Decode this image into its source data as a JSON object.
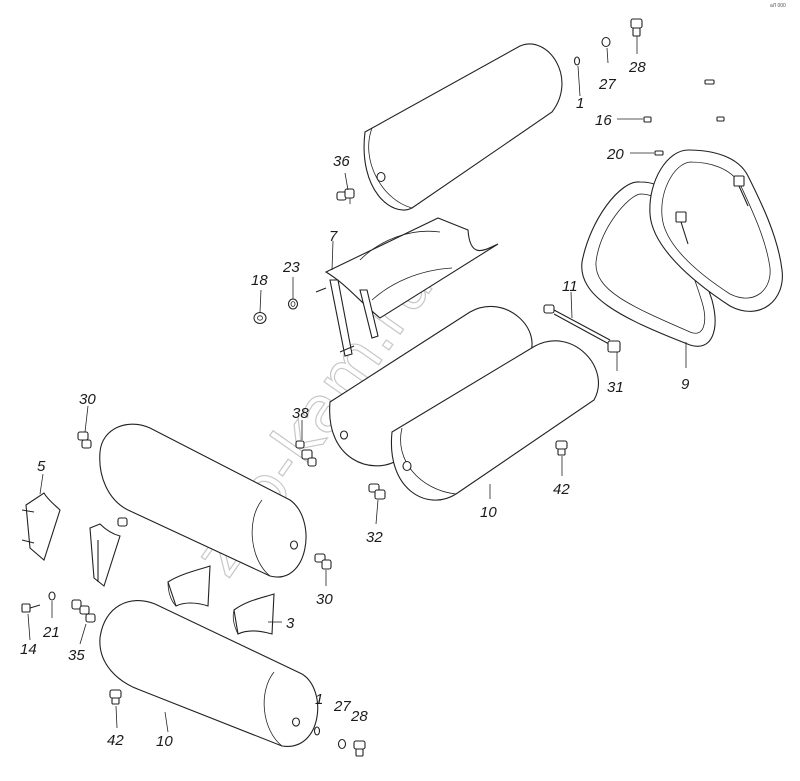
{
  "corner_code": "аЛ 000",
  "watermark": "zap-kam.ru",
  "callouts": [
    {
      "id": "c27-top",
      "text": "27"
    },
    {
      "id": "c28-top",
      "text": "28"
    },
    {
      "id": "c1-top",
      "text": "1"
    },
    {
      "id": "c16",
      "text": "16"
    },
    {
      "id": "c20",
      "text": "20"
    },
    {
      "id": "c36",
      "text": "36"
    },
    {
      "id": "c7",
      "text": "7"
    },
    {
      "id": "c18",
      "text": "18"
    },
    {
      "id": "c23",
      "text": "23"
    },
    {
      "id": "c11",
      "text": "11"
    },
    {
      "id": "c31",
      "text": "31"
    },
    {
      "id": "c9",
      "text": "9"
    },
    {
      "id": "c30-left",
      "text": "30"
    },
    {
      "id": "c38",
      "text": "38"
    },
    {
      "id": "c5",
      "text": "5"
    },
    {
      "id": "c42-mid",
      "text": "42"
    },
    {
      "id": "c10-mid",
      "text": "10"
    },
    {
      "id": "c32",
      "text": "32"
    },
    {
      "id": "c30-mid",
      "text": "30"
    },
    {
      "id": "c3",
      "text": "3"
    },
    {
      "id": "c21",
      "text": "21"
    },
    {
      "id": "c14",
      "text": "14"
    },
    {
      "id": "c35",
      "text": "35"
    },
    {
      "id": "c1-bot",
      "text": "1"
    },
    {
      "id": "c27-bot",
      "text": "27"
    },
    {
      "id": "c28-bot",
      "text": "28"
    },
    {
      "id": "c42-bot",
      "text": "42"
    },
    {
      "id": "c10-bot",
      "text": "10"
    }
  ]
}
